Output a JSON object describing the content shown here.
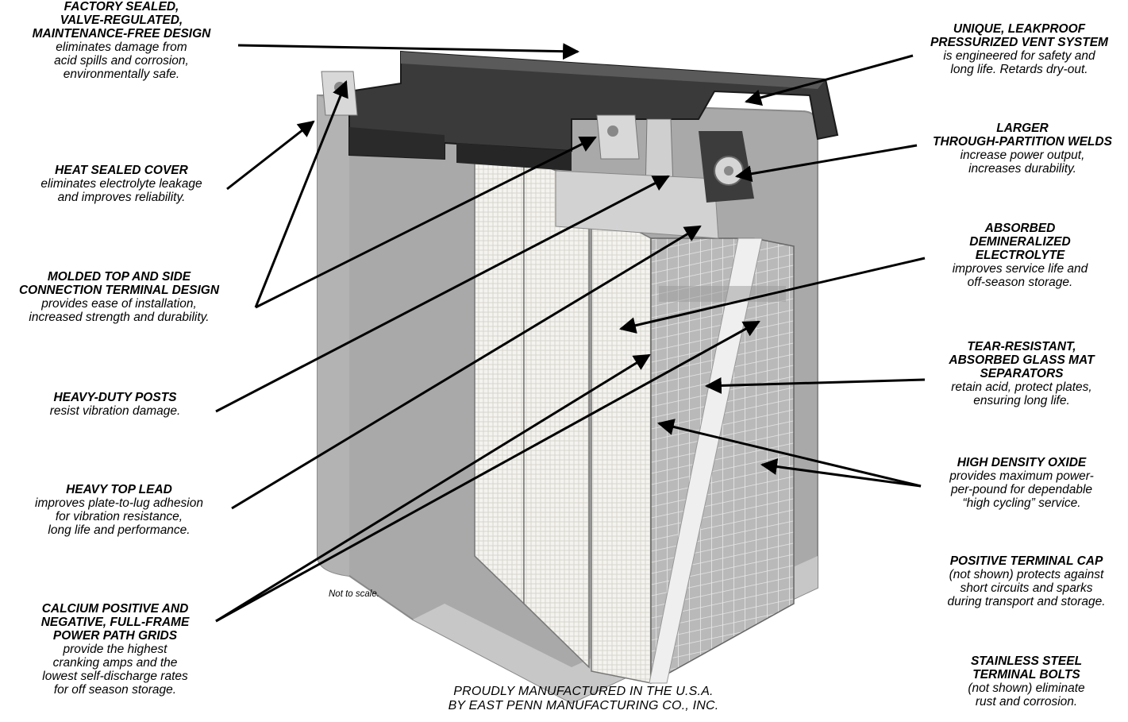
{
  "footer": [
    "PROUDLY MANUFACTURED IN THE U.S.A.",
    "BY EAST PENN MANUFACTURING CO., INC."
  ],
  "note": "Not to scale.",
  "callouts_left": [
    {
      "heading": [
        "FACTORY SEALED,",
        "VALVE-REGULATED,",
        "MAINTENANCE-FREE DESIGN"
      ],
      "body": [
        "eliminates damage from",
        "acid spills and corrosion,",
        "environmentally safe."
      ]
    },
    {
      "heading": [
        "HEAT SEALED COVER"
      ],
      "body": [
        "eliminates electrolyte leakage",
        "and improves reliability."
      ]
    },
    {
      "heading": [
        "MOLDED TOP AND SIDE",
        "CONNECTION TERMINAL DESIGN"
      ],
      "body": [
        "provides ease of installation,",
        "increased strength and durability."
      ]
    },
    {
      "heading": [
        "HEAVY-DUTY POSTS"
      ],
      "body": [
        "resist vibration damage."
      ]
    },
    {
      "heading": [
        "HEAVY TOP LEAD"
      ],
      "body": [
        "improves plate-to-lug adhesion",
        "for vibration resistance,",
        "long life and performance."
      ]
    },
    {
      "heading": [
        "CALCIUM POSITIVE AND",
        "NEGATIVE, FULL-FRAME",
        "POWER PATH GRIDS"
      ],
      "body": [
        "provide the highest",
        "cranking amps and the",
        "lowest self-discharge rates",
        "for off season storage."
      ]
    }
  ],
  "callouts_right": [
    {
      "heading": [
        "UNIQUE, LEAKPROOF",
        "PRESSURIZED VENT SYSTEM"
      ],
      "body": [
        "is engineered for safety and",
        "long life. Retards dry-out."
      ]
    },
    {
      "heading": [
        "LARGER",
        "THROUGH-PARTITION WELDS"
      ],
      "body": [
        "increase power output,",
        "increases durability."
      ]
    },
    {
      "heading": [
        "ABSORBED",
        "DEMINERALIZED",
        "ELECTROLYTE"
      ],
      "body": [
        "improves service life and",
        "off-season storage."
      ]
    },
    {
      "heading": [
        "TEAR-RESISTANT,",
        "ABSORBED GLASS MAT",
        "SEPARATORS"
      ],
      "body": [
        "retain acid, protect plates,",
        "ensuring long life."
      ]
    },
    {
      "heading": [
        "HIGH DENSITY OXIDE"
      ],
      "body": [
        "provides maximum power-",
        "per-pound for dependable",
        "“high cycling” service."
      ]
    },
    {
      "heading": [
        "POSITIVE TERMINAL CAP"
      ],
      "body": [
        "(not shown) protects against",
        "short circuits and sparks",
        "during transport and storage."
      ]
    },
    {
      "heading": [
        "STAINLESS STEEL",
        "TERMINAL BOLTS"
      ],
      "body": [
        "(not shown) eliminate",
        "rust and corrosion."
      ]
    }
  ]
}
